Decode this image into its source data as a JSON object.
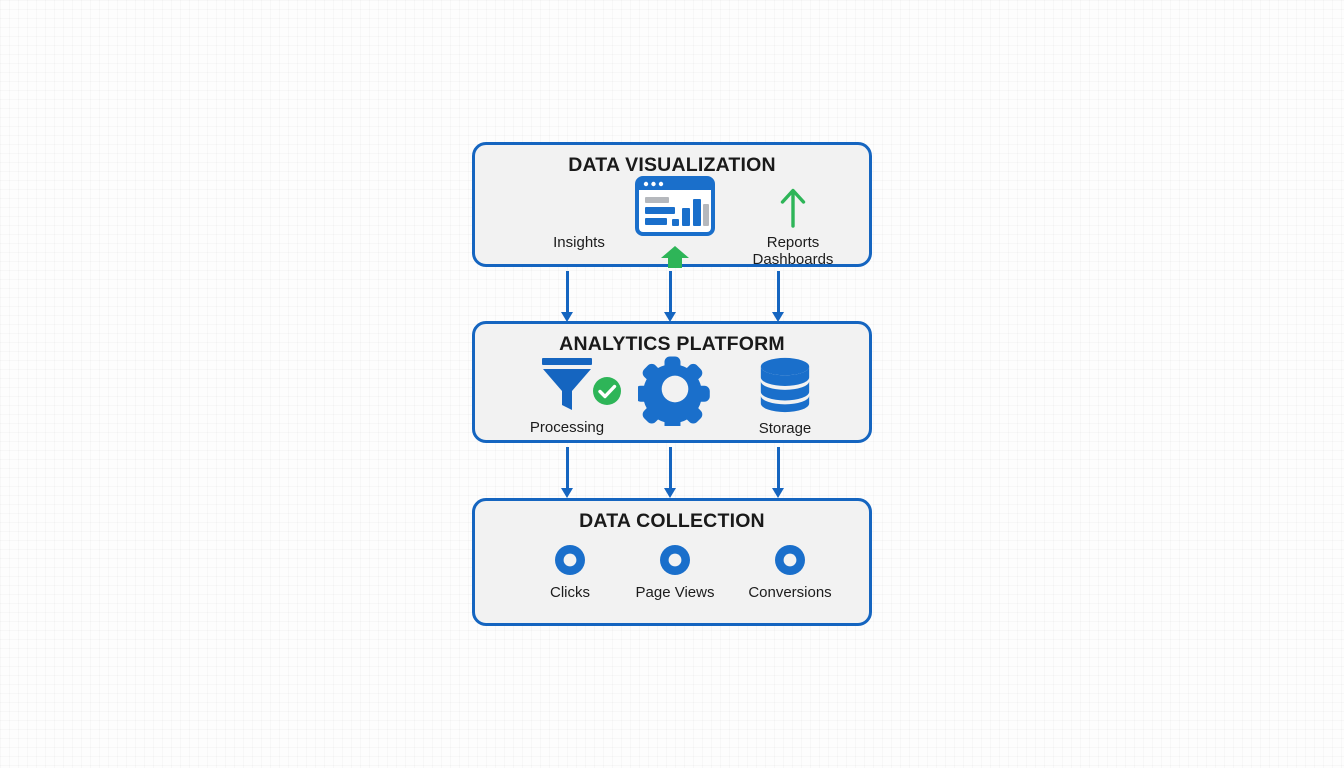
{
  "diagram": {
    "title_implicit": "Analytics Stack Flow",
    "accent_blue": "#1565C0",
    "icon_blue": "#1A6FCB",
    "accent_green": "#2EB558",
    "box_fill": "#F2F2F2",
    "page_background": "#FDFDFD",
    "layers": [
      {
        "id": "data-visualization",
        "title": "DATA VISUALIZATION",
        "nodes": [
          {
            "label": "Insights",
            "icon": "none"
          },
          {
            "label": "",
            "icon": "dashboard-window-icon"
          },
          {
            "label": "Reports\nDashboards",
            "icon": "trend-up-arrow-icon"
          }
        ],
        "labels": {
          "insights": "Insights",
          "reports": "Reports",
          "dashboards": "Dashboards"
        }
      },
      {
        "id": "analytics-platform",
        "title": "ANALYTICS PLATFORM",
        "nodes": [
          {
            "label": "Processing",
            "icon": "funnel-icon"
          },
          {
            "label": "",
            "icon": "gear-icon"
          },
          {
            "label": "Storage",
            "icon": "database-icon"
          }
        ],
        "labels": {
          "processing": "Processing",
          "storage": "Storage"
        }
      },
      {
        "id": "data-collection",
        "title": "DATA COLLECTION",
        "nodes": [
          {
            "label": "Clicks",
            "icon": "ring-icon"
          },
          {
            "label": "Page Views",
            "icon": "ring-icon"
          },
          {
            "label": "Conversions",
            "icon": "ring-icon"
          }
        ],
        "labels": {
          "clicks": "Clicks",
          "page_views": "Page Views",
          "conversions": "Conversions"
        }
      }
    ],
    "connectors": {
      "count_per_row": 3,
      "rows": 2,
      "direction": "down",
      "color": "#1565C0"
    }
  }
}
